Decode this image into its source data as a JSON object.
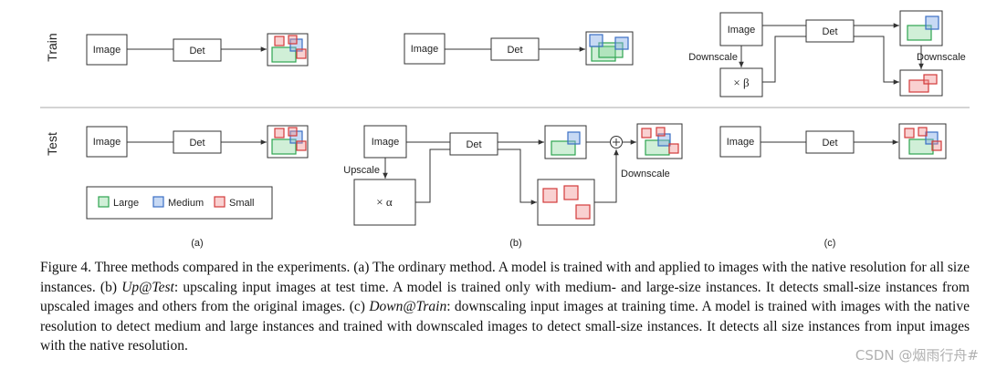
{
  "rows": {
    "train": "Train",
    "test": "Test"
  },
  "labels": {
    "image": "Image",
    "det": "Det",
    "upscale": "Upscale",
    "downscale": "Downscale",
    "times_alpha": "× α",
    "times_beta": "× β",
    "plus": "+"
  },
  "legend": {
    "large": "Large",
    "medium": "Medium",
    "small": "Small"
  },
  "sublabels": {
    "a": "(a)",
    "b": "(b)",
    "c": "(c)"
  },
  "colors": {
    "large": "#2ea44f",
    "medium": "#3b6fc4",
    "small": "#d23b3b"
  },
  "caption": {
    "p1": "Figure 4. Three methods compared in the experiments. (a) The ordinary method. A model is trained with and applied to images with the native resolution for all size instances. (b) ",
    "em1": "Up@Test",
    "p2": ": upscaling input images at test time. A model is trained only with medium- and large-size instances. It detects small-size instances from upscaled images and others from the original images. (c) ",
    "em2": "Down@Train",
    "p3": ": downscaling input images at training time. A model is trained with images with the native resolution to detect medium and large instances and trained with downscaled images to detect small-size instances. It detects all size instances from input images with the native resolution."
  },
  "watermark": "CSDN @烟雨行舟#"
}
